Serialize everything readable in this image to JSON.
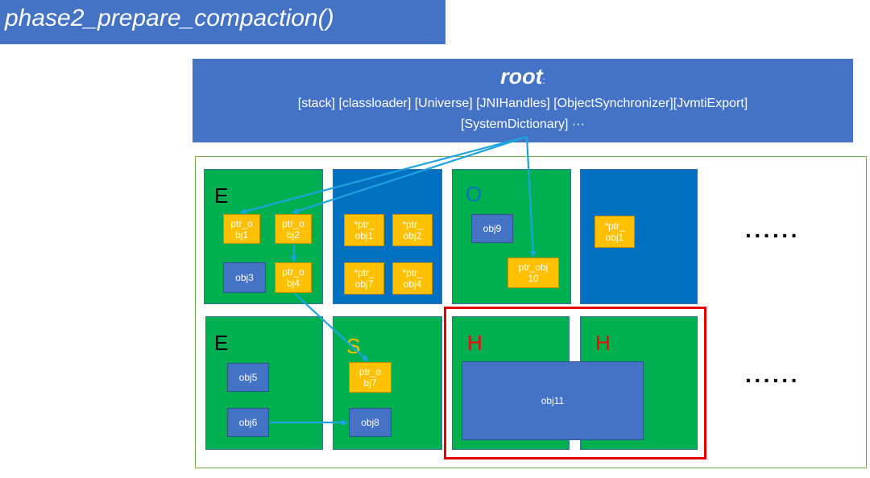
{
  "title": "phase2_prepare_compaction()",
  "root": {
    "title": "root",
    "colon": ":",
    "line1": "[stack] [classloader] [Universe] [JNIHandles] [ObjectSynchronizer][JvmtiExport]",
    "line2": "[SystemDictionary] ···"
  },
  "regions": {
    "r1": {
      "label": "E",
      "color": "#00b050"
    },
    "r2": {
      "label": "",
      "color": "#0070c0"
    },
    "r3": {
      "label": "O",
      "color": "#00b050"
    },
    "r4": {
      "label": "",
      "color": "#0070c0"
    },
    "r5": {
      "label": "E",
      "color": "#00b050"
    },
    "r6": {
      "label": "S",
      "color": "#00b050"
    },
    "r7": {
      "label": "H",
      "color": "#00b050"
    },
    "r8": {
      "label": "H",
      "color": "#00b050"
    }
  },
  "label_colors": {
    "E": "#000000",
    "O": "#0070c0",
    "S": "#ffc000",
    "H": "#ff0000"
  },
  "objects": {
    "ptr_obj1": "ptr_o\nbj1",
    "ptr_obj2": "ptr_o\nbj2",
    "obj3": "obj3",
    "ptr_obj4": "ptr_o\nbj4",
    "fwd_obj1": "*ptr_\nobj1",
    "fwd_obj2": "*ptr_\nobj2",
    "fwd_obj7": "*ptr_\nobj7",
    "fwd_obj4": "*ptr_\nobj4",
    "obj9": "obj9",
    "ptr_obj10": "ptr_obj\n10",
    "fwd_obj1_b": "*ptr_\nobj1",
    "obj5": "obj5",
    "obj6": "obj6",
    "ptr_obj7": "ptr_o\nbj7",
    "obj8": "obj8",
    "obj11": "obj11"
  },
  "ellipsis": "······",
  "colors": {
    "banner": "#4472c4",
    "object": "#4472c4",
    "pointer": "#ffc000",
    "arrow": "#1fa3e0",
    "highlight": "#e60000",
    "heap_border": "#70ad47"
  }
}
